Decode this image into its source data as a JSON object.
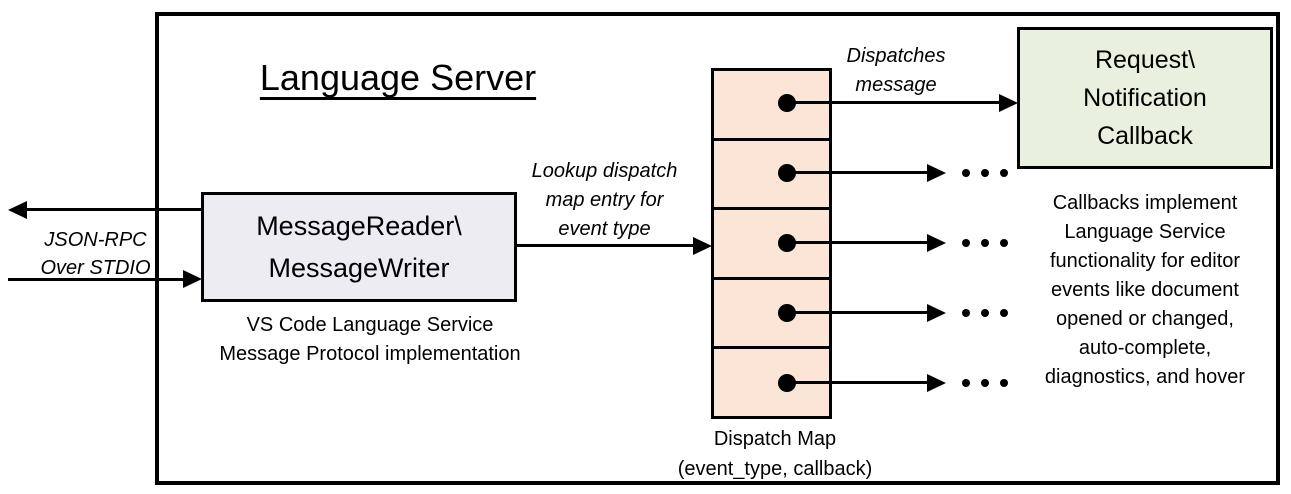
{
  "colors": {
    "background": "#ffffff",
    "border": "#000000",
    "message_box_fill": "#ececf2",
    "callback_box_fill": "#eaf0de",
    "dispatch_cell_fill": "#fbe5d6"
  },
  "title": "Language Server",
  "message_box": {
    "line1": "MessageReader\\",
    "line2": "MessageWriter",
    "caption_line1": "VS Code Language Service",
    "caption_line2": "Message Protocol implementation"
  },
  "io_label": {
    "line1": "JSON-RPC",
    "line2": "Over STDIO"
  },
  "lookup_label": {
    "line1": "Lookup dispatch",
    "line2": "map entry for",
    "line3": "event type"
  },
  "dispatch_label": {
    "line1": "Dispatches",
    "line2": "message"
  },
  "callback_box": {
    "line1": "Request\\",
    "line2": "Notification",
    "line3": "Callback"
  },
  "callback_caption": {
    "lines": [
      "Callbacks implement",
      "Language Service",
      "functionality for editor",
      "events like document",
      "opened or changed,",
      "auto-complete,",
      "diagnostics, and hover"
    ]
  },
  "dispatch_map": {
    "cell_count": 5,
    "caption_line1": "Dispatch Map",
    "caption_line2": "(event_type, callback)"
  }
}
